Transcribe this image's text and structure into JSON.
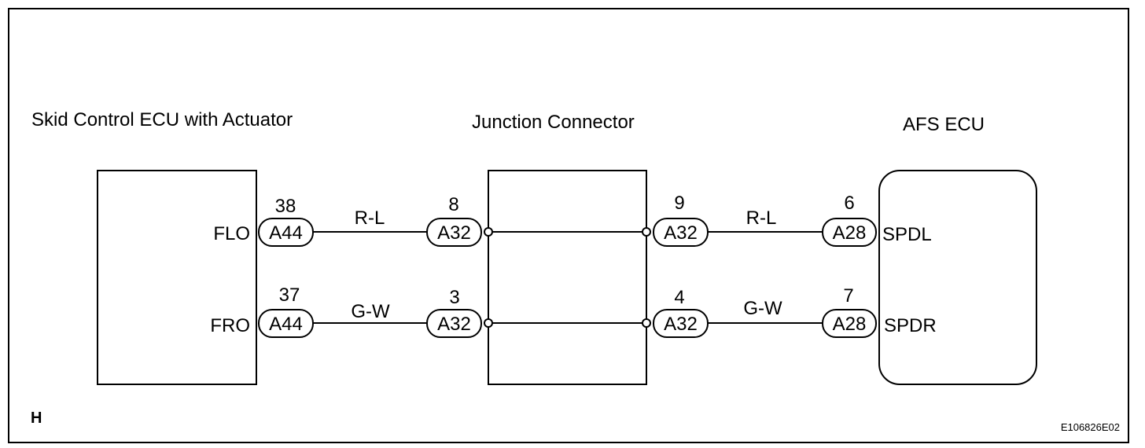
{
  "components": {
    "skid_ecu": "Skid Control ECU with Actuator",
    "junction": "Junction Connector",
    "afs_ecu": "AFS ECU"
  },
  "circuit_top": {
    "left_terminal": "FLO",
    "left_pin": "38",
    "left_connector": "A44",
    "wire_left": "R-L",
    "junction_in_pin": "8",
    "junction_in_connector": "A32",
    "junction_out_pin": "9",
    "junction_out_connector": "A32",
    "wire_right": "R-L",
    "right_pin": "6",
    "right_connector": "A28",
    "right_terminal": "SPDL"
  },
  "circuit_bottom": {
    "left_terminal": "FRO",
    "left_pin": "37",
    "left_connector": "A44",
    "wire_left": "G-W",
    "junction_in_pin": "3",
    "junction_in_connector": "A32",
    "junction_out_pin": "4",
    "junction_out_connector": "A32",
    "wire_right": "G-W",
    "right_pin": "7",
    "right_connector": "A28",
    "right_terminal": "SPDR"
  },
  "corner_label": "H",
  "figure_code": "E106826E02"
}
